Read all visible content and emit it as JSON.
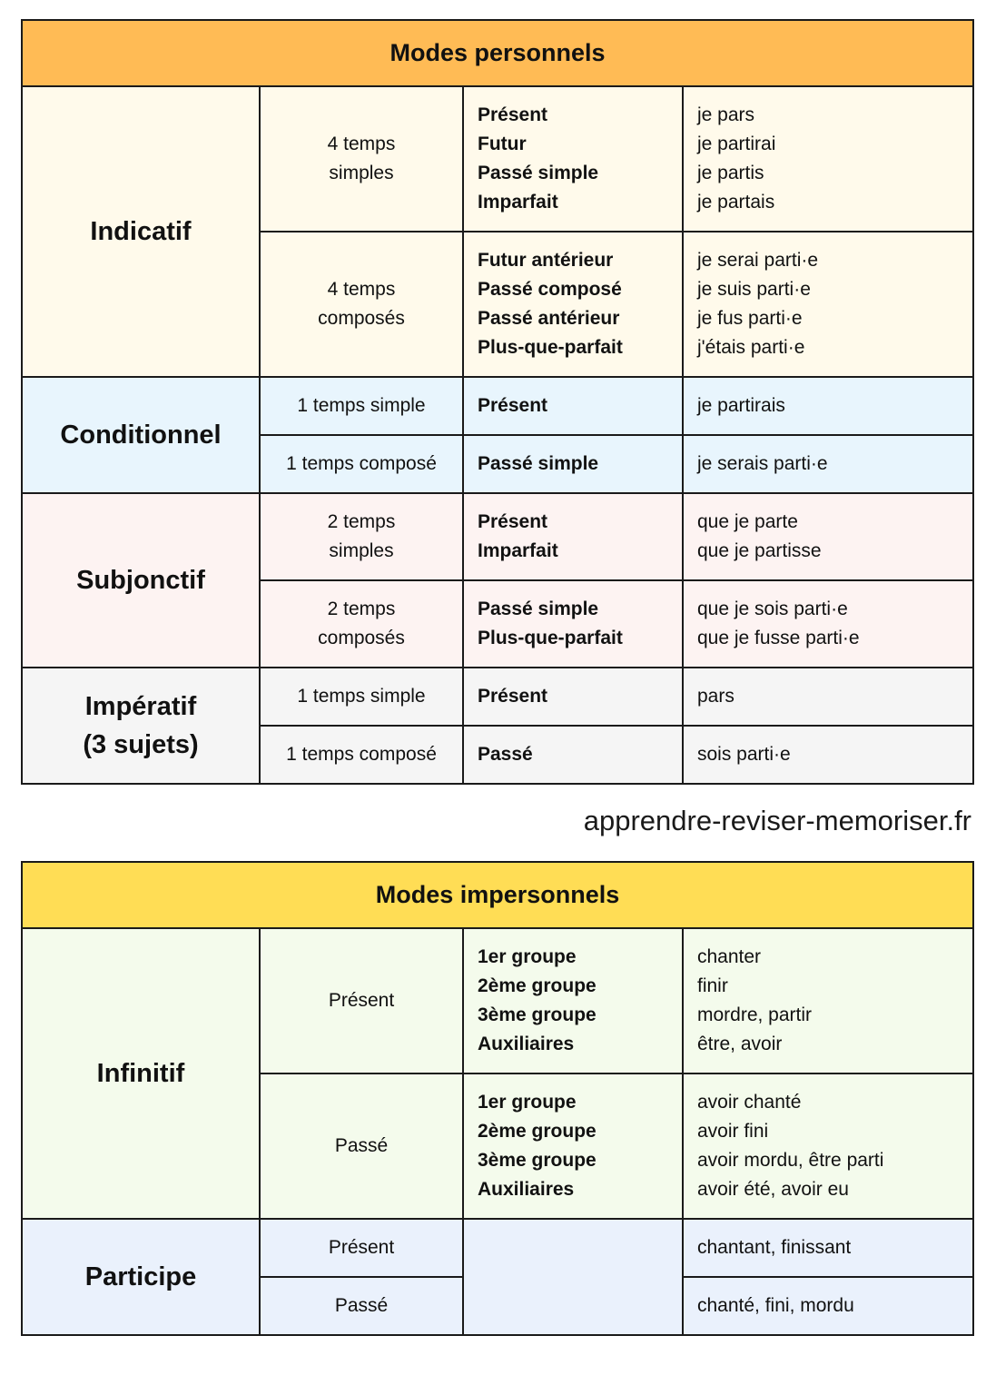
{
  "personal": {
    "header": "Modes personnels",
    "indicatif": {
      "mode": "Indicatif",
      "simple": {
        "category": [
          "4 temps",
          "simples"
        ],
        "tenses": [
          "Présent",
          "Futur",
          "Passé simple",
          "Imparfait"
        ],
        "examples": [
          "je pars",
          "je partirai",
          "je partis",
          "je partais"
        ]
      },
      "compound": {
        "category": [
          "4 temps",
          "composés"
        ],
        "tenses": [
          "Futur antérieur",
          "Passé composé",
          "Passé antérieur",
          "Plus-que-parfait"
        ],
        "examples": [
          "je serai parti·e",
          "je suis parti·e",
          "je fus parti·e",
          "j'étais parti·e"
        ]
      }
    },
    "conditionnel": {
      "mode": "Conditionnel",
      "simple": {
        "category": [
          "1 temps simple"
        ],
        "tenses": [
          "Présent"
        ],
        "examples": [
          "je partirais"
        ]
      },
      "compound": {
        "category": [
          "1 temps composé"
        ],
        "tenses": [
          "Passé simple"
        ],
        "examples": [
          "je serais parti·e"
        ]
      }
    },
    "subjonctif": {
      "mode": "Subjonctif",
      "simple": {
        "category": [
          "2 temps",
          "simples"
        ],
        "tenses": [
          "Présent",
          "Imparfait"
        ],
        "examples": [
          "que je parte",
          "que je partisse"
        ]
      },
      "compound": {
        "category": [
          "2 temps",
          "composés"
        ],
        "tenses": [
          "Passé simple",
          "Plus-que-parfait"
        ],
        "examples": [
          "que je sois parti·e",
          "que je fusse parti·e"
        ]
      }
    },
    "imperatif": {
      "mode": [
        "Impératif",
        "(3 sujets)"
      ],
      "simple": {
        "category": [
          "1 temps simple"
        ],
        "tenses": [
          "Présent"
        ],
        "examples": [
          "pars"
        ]
      },
      "compound": {
        "category": [
          "1 temps composé"
        ],
        "tenses": [
          "Passé"
        ],
        "examples": [
          "sois parti·e"
        ]
      }
    }
  },
  "website": "apprendre-reviser-memoriser.fr",
  "impersonal": {
    "header": "Modes impersonnels",
    "infinitif": {
      "mode": "Infinitif",
      "present": {
        "category": [
          "Présent"
        ],
        "tenses": [
          "1er groupe",
          "2ème groupe",
          "3ème groupe",
          "Auxiliaires"
        ],
        "examples": [
          "chanter",
          "finir",
          "mordre, partir",
          "être, avoir"
        ]
      },
      "past": {
        "category": [
          "Passé"
        ],
        "tenses": [
          "1er groupe",
          "2ème groupe",
          "3ème groupe",
          "Auxiliaires"
        ],
        "examples": [
          "avoir chanté",
          "avoir fini",
          "avoir mordu, être parti",
          "avoir été, avoir eu"
        ]
      }
    },
    "participe": {
      "mode": "Participe",
      "present": {
        "category": [
          "Présent"
        ],
        "examples": [
          "chantant, finissant"
        ]
      },
      "past": {
        "category": [
          "Passé"
        ],
        "examples": [
          "chanté, fini, mordu"
        ]
      }
    }
  },
  "colors": {
    "personal_header": "#ffbb55",
    "impersonal_header": "#ffdd55",
    "indicatif_bg": "#fffaeb",
    "conditionnel_bg": "#e8f5fd",
    "subjonctif_bg": "#fdf3f2",
    "imperatif_bg": "#f5f5f5",
    "infinitif_bg": "#f4fbec",
    "participe_bg": "#eaf1fc"
  }
}
